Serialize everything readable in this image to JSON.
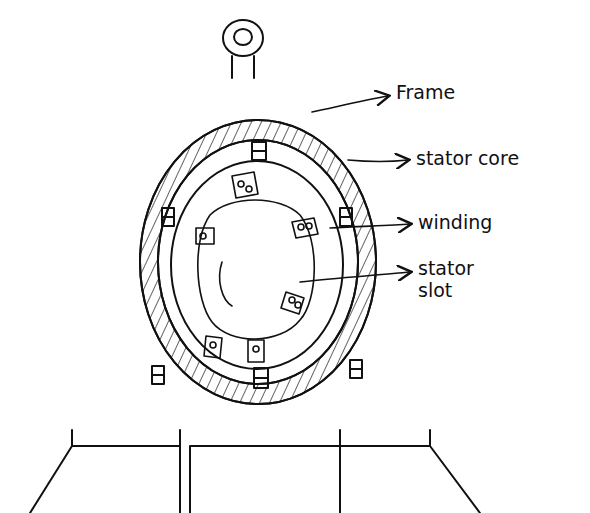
{
  "diagram": {
    "labels": [
      "Frame",
      "stator core",
      "winding",
      "stator slot"
    ]
  }
}
